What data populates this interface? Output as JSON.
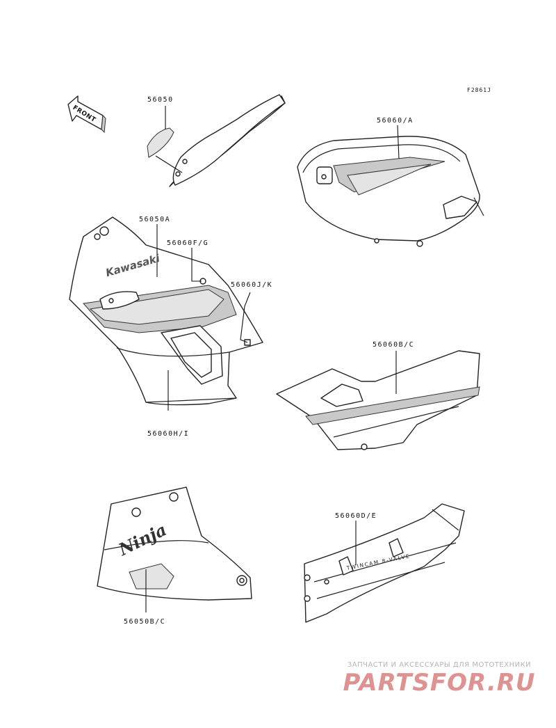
{
  "diagram": {
    "figure_code": "F2861J",
    "front_label": "FRONT",
    "part_labels": {
      "p56050": "56050",
      "p56050A": "56050A",
      "p56060FG": "56060F/G",
      "p56060JK": "56060J/K",
      "p56060HI": "56060H/I",
      "p56060A": "56060/A",
      "p56060BC": "56060B/C",
      "p56060DE": "56060D/E",
      "p56050BC": "56050B/C"
    },
    "decal_text": {
      "kawasaki": "Kawasaki",
      "ninja": "Ninja",
      "twincam": "TWINCAM 8-VALVE"
    }
  },
  "watermark": {
    "caption": "ЗАПЧАСТИ И АКСЕССУАРЫ ДЛЯ МОТОТЕХНИКИ",
    "logo": "PARTSFOR.RU",
    "logo_color": "#c43a3a"
  },
  "colors": {
    "line": "#222222",
    "fill_gray": "#c9c9c9",
    "background": "#ffffff"
  }
}
